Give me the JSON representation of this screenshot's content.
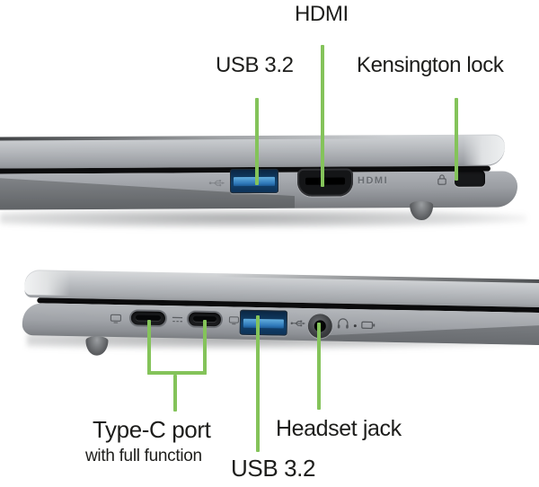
{
  "meta": {
    "background": "#ffffff",
    "accent_green": "#84c35a",
    "label_color": "#1d1d1b",
    "laptop_gray": "#9da0a5",
    "usb_blue": "#2f79ba"
  },
  "top_view": {
    "side": "laptop-right-edge",
    "labels": {
      "hdmi": "HDMI",
      "usb": "USB 3.2",
      "kensington": "Kensington lock"
    },
    "engravings": {
      "hdmi_logo": "HDMI"
    },
    "ports": [
      "USB-A 3.2 port",
      "HDMI port",
      "Kensington lock slot"
    ],
    "icons": [
      "usb-trident-icon",
      "kensington-lock-icon"
    ]
  },
  "bottom_view": {
    "side": "laptop-left-edge",
    "labels": {
      "typec_title": "Type-C port",
      "typec_sub": "with full function",
      "usb": "USB 3.2",
      "headset": "Headset jack"
    },
    "ports": [
      "USB-C port 1",
      "USB-C port 2",
      "USB-A 3.2 port",
      "3.5mm headset jack"
    ],
    "icons": [
      "displayport-icon",
      "dc-in-icon",
      "displayport-icon",
      "usb-trident-icon",
      "headset-icon",
      "battery-icon"
    ]
  }
}
